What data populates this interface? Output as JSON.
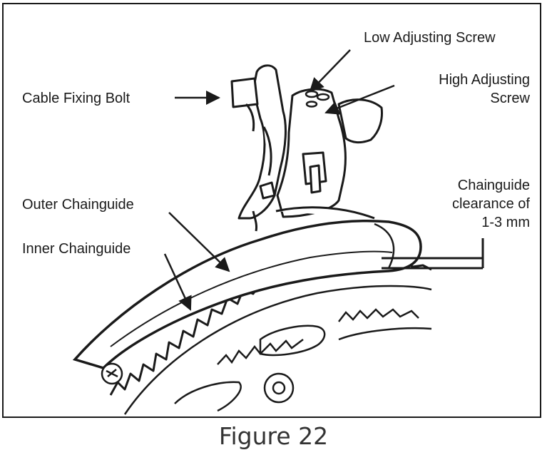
{
  "labels": {
    "low_adjusting_screw": "Low Adjusting Screw",
    "high_adjusting_screw_line1": "High Adjusting",
    "high_adjusting_screw_line2": "Screw",
    "cable_fixing_bolt": "Cable Fixing Bolt",
    "outer_chainguide": "Outer Chainguide",
    "inner_chainguide": "Inner Chainguide",
    "clearance_line1": "Chainguide",
    "clearance_line2": "clearance of",
    "clearance_line3": "1-3 mm"
  },
  "caption": "Figure 22",
  "colors": {
    "ink": "#1a1a1a",
    "caption": "#333333",
    "background": "#ffffff"
  }
}
